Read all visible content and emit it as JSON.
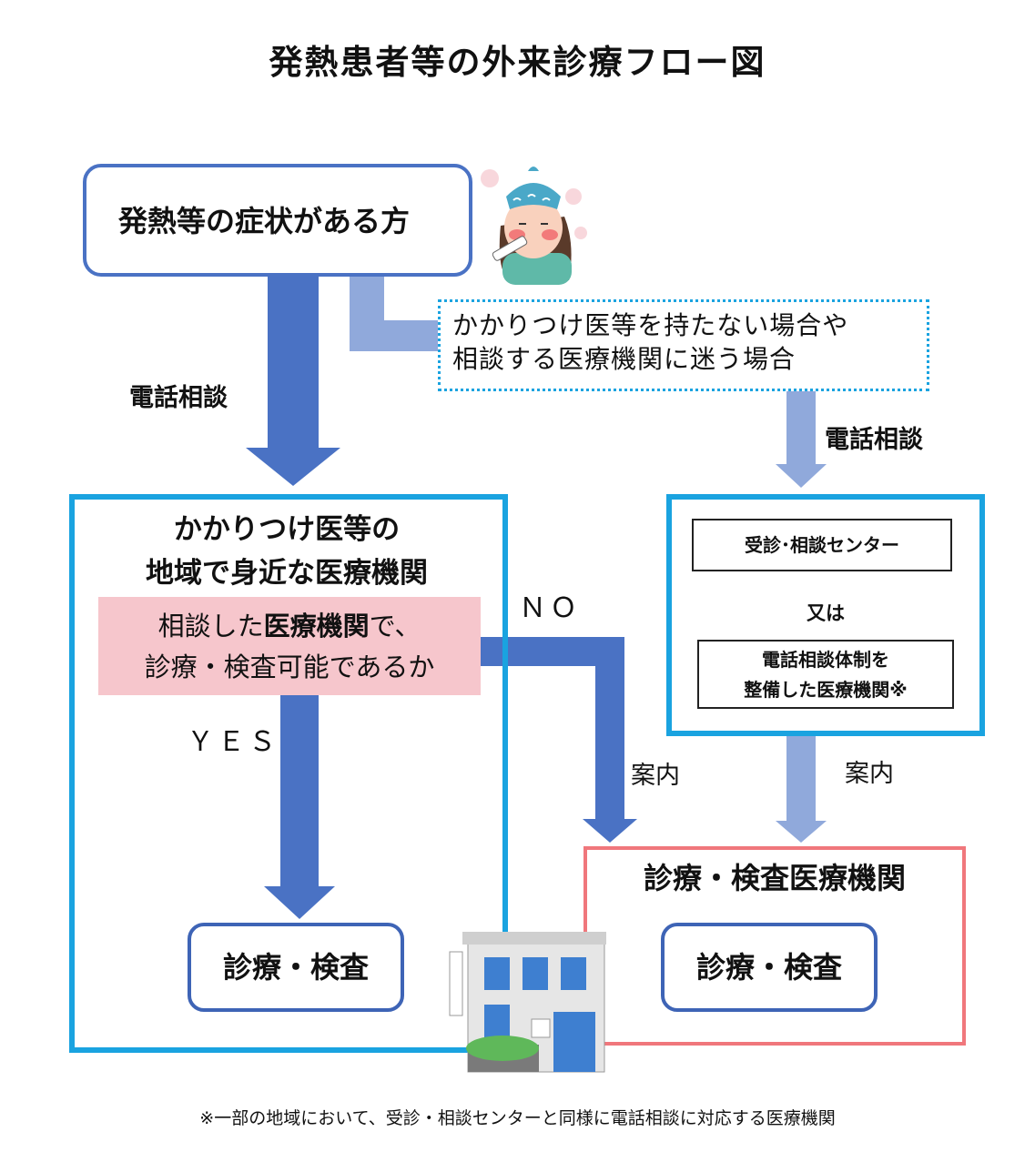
{
  "title": "発熱患者等の外来診療フロー図",
  "patient": {
    "label": "発熱等の症状がある方"
  },
  "no_doctor_note": {
    "line1": "かかりつけ医等を持たない場合や",
    "line2": "相談する医療機関に迷う場合"
  },
  "phone_consult_left": "電話相談",
  "phone_consult_right": "電話相談",
  "local_clinic": {
    "title_line1": "かかりつけ医等の",
    "title_line2": "地域で身近な医療機関",
    "question_pre": "相談した",
    "question_bold": "医療機関",
    "question_post": "で、",
    "question_line2": "診療・検査可能であるか",
    "yes_label": "ＹＥＳ",
    "result": "診療・検査"
  },
  "no_label": "ＮＯ",
  "guide_left": "案内",
  "guide_right": "案内",
  "center": {
    "consult_center": "受診･相談センター",
    "or": "又は",
    "phone_clinic_line1": "電話相談体制を",
    "phone_clinic_line2": "整備した医療機関※"
  },
  "test_clinic": {
    "title": "診療・検査医療機関",
    "result": "診療・検査"
  },
  "footnote": "※一部の地域において、受診・相談センターと同様に電話相談に対応する医療機関",
  "colors": {
    "dark_arrow": "#4a72c4",
    "light_arrow": "#90a9db",
    "cyan_border": "#1aa3e0",
    "pink_fill": "#f6c6cc",
    "red_border": "#f0777c"
  }
}
